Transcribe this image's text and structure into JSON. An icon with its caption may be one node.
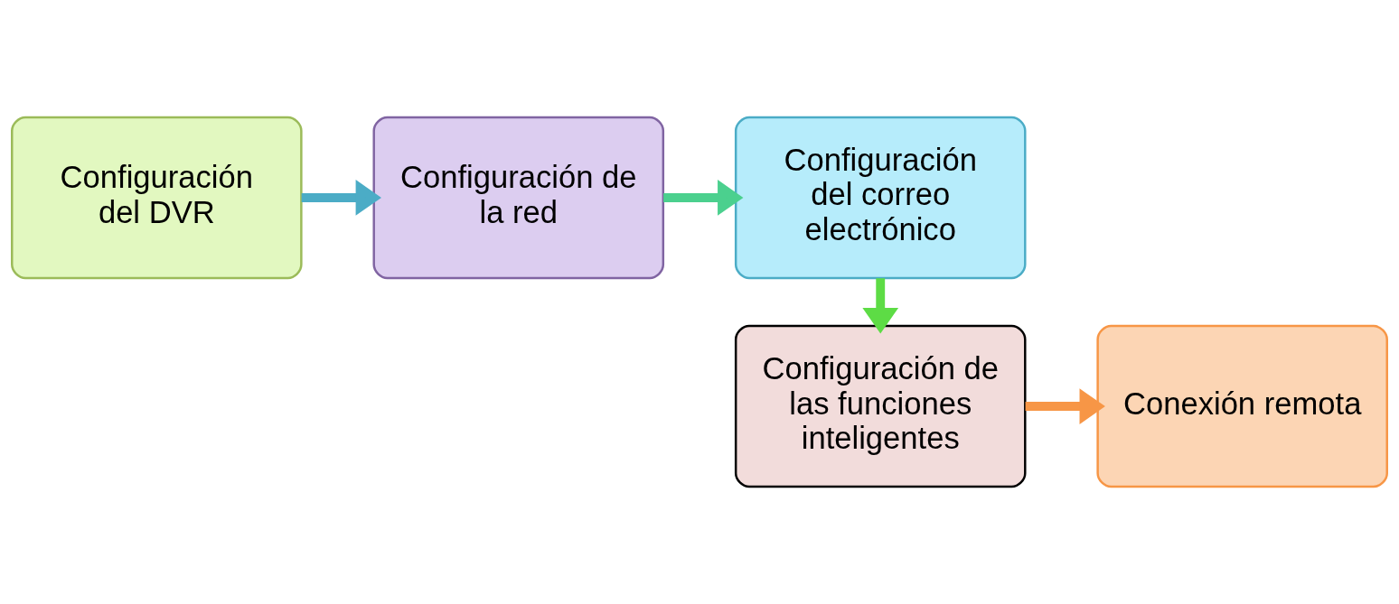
{
  "diagram": {
    "nodes": [
      {
        "text": [
          "Configuración del DVR"
        ]
      },
      {
        "text": [
          "Configuración de la red"
        ]
      },
      {
        "text": [
          "Configuración del correo electrónico"
        ]
      },
      {
        "text": [
          "Configuración de las funciones inteligentes"
        ]
      },
      {
        "text": [
          "Conexión remota"
        ]
      }
    ],
    "edges": [
      {
        "from": 0,
        "to": 1,
        "arrow": "to",
        "color": "#4bacc6"
      },
      {
        "from": 1,
        "to": 2,
        "arrow": "to",
        "color": "#4bd08e"
      },
      {
        "from": 2,
        "to": 3,
        "arrow": "to",
        "color": "#5ddc45"
      },
      {
        "from": 3,
        "to": 4,
        "arrow": "to",
        "color": "#f79646"
      }
    ]
  }
}
